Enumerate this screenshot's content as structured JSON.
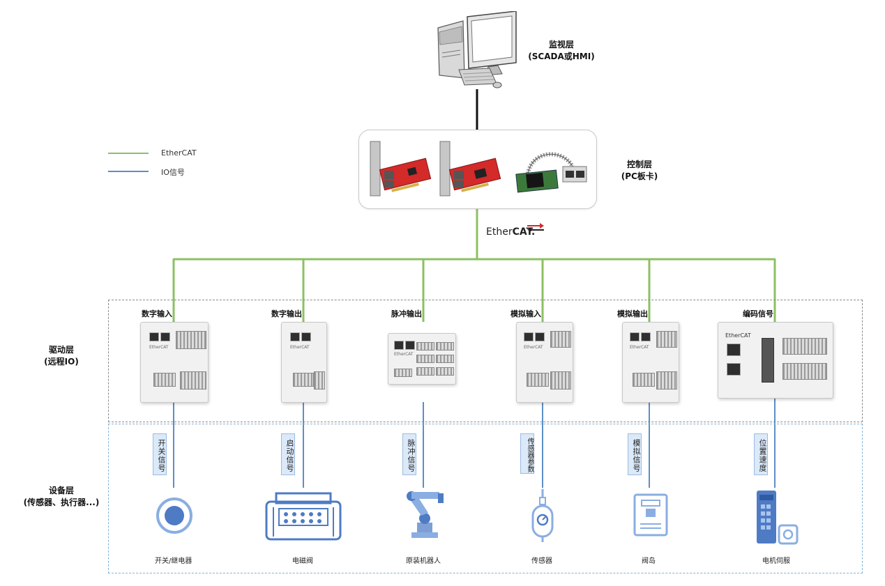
{
  "legend": [
    {
      "label": "EtherCAT",
      "color": "#8cc063"
    },
    {
      "label": "IO信号",
      "color": "#5b8ec7"
    }
  ],
  "supervision_layer": {
    "title": "监视层",
    "subtitle": "(SCADA或HMI)"
  },
  "control_layer": {
    "title": "控制层",
    "subtitle": "(PC板卡)"
  },
  "ethercat_logo": {
    "prefix": "Ether",
    "suffix": "CAT."
  },
  "drive_layer": {
    "title": "驱动层",
    "subtitle": "(远程IO)"
  },
  "device_layer": {
    "title": "设备层",
    "subtitle": "(传感器、执行器...)"
  },
  "modules": [
    {
      "label": "数字输入",
      "signal": "开关信号",
      "device": "开关/继电器",
      "icon": "push-button-icon"
    },
    {
      "label": "数字输出",
      "signal": "启动信号",
      "device": "电磁阀",
      "icon": "solenoid-valve-icon"
    },
    {
      "label": "脉冲输出",
      "signal": "脉冲信号",
      "device": "原装机器人",
      "icon": "robot-arm-icon"
    },
    {
      "label": "模拟输入",
      "signal": "传感器参数",
      "device": "传感器",
      "icon": "sensor-icon"
    },
    {
      "label": "模拟输出",
      "signal": "模拟信号",
      "device": "阀岛",
      "icon": "valve-island-icon"
    },
    {
      "label": "编码信号",
      "signal": "位置速度",
      "device": "电机伺服",
      "icon": "servo-motor-icon"
    }
  ],
  "module_brand": "EtherCAT",
  "colors": {
    "ethercat": "#8cc063",
    "io": "#5b8ec7",
    "icon_blue": "#4e7bc4",
    "card_red": "#d32a2a"
  }
}
